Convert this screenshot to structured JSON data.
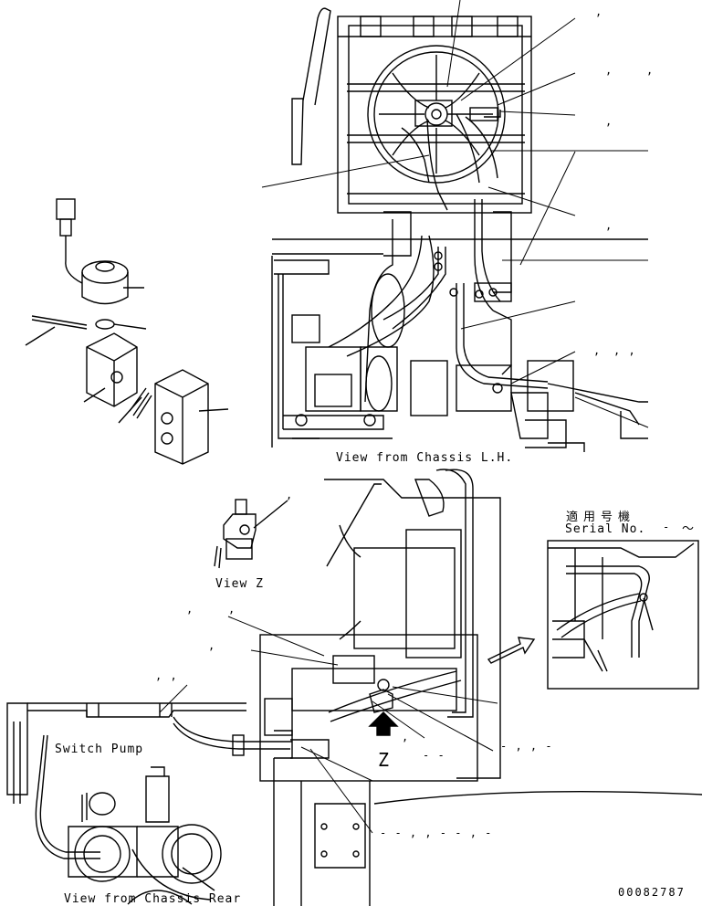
{
  "views": {
    "chassis_lh": "View from Chassis L.H.",
    "z": "View Z",
    "chassis_rear": "View from Chassis Rear"
  },
  "labels": {
    "switch_pump": "Switch Pump",
    "serial_jp": "適用号機",
    "serial_en": "Serial No.",
    "serial_tilde": "～",
    "z_marker": "Z",
    "drawing_no": "00082787"
  },
  "callouts": {
    "c1": ",",
    "c2": ",",
    "c3": ",",
    "c4": ",",
    "c5": ",",
    "c6": ",",
    "c7": ", ,",
    "c8": ",",
    "c9": ",",
    "c10": ",",
    "c11": ", ,",
    "c12": ",",
    "c13": "- -",
    "c14": "- , , -",
    "c15": "- - , , - - , -",
    "c16": "-",
    "c17": ","
  }
}
